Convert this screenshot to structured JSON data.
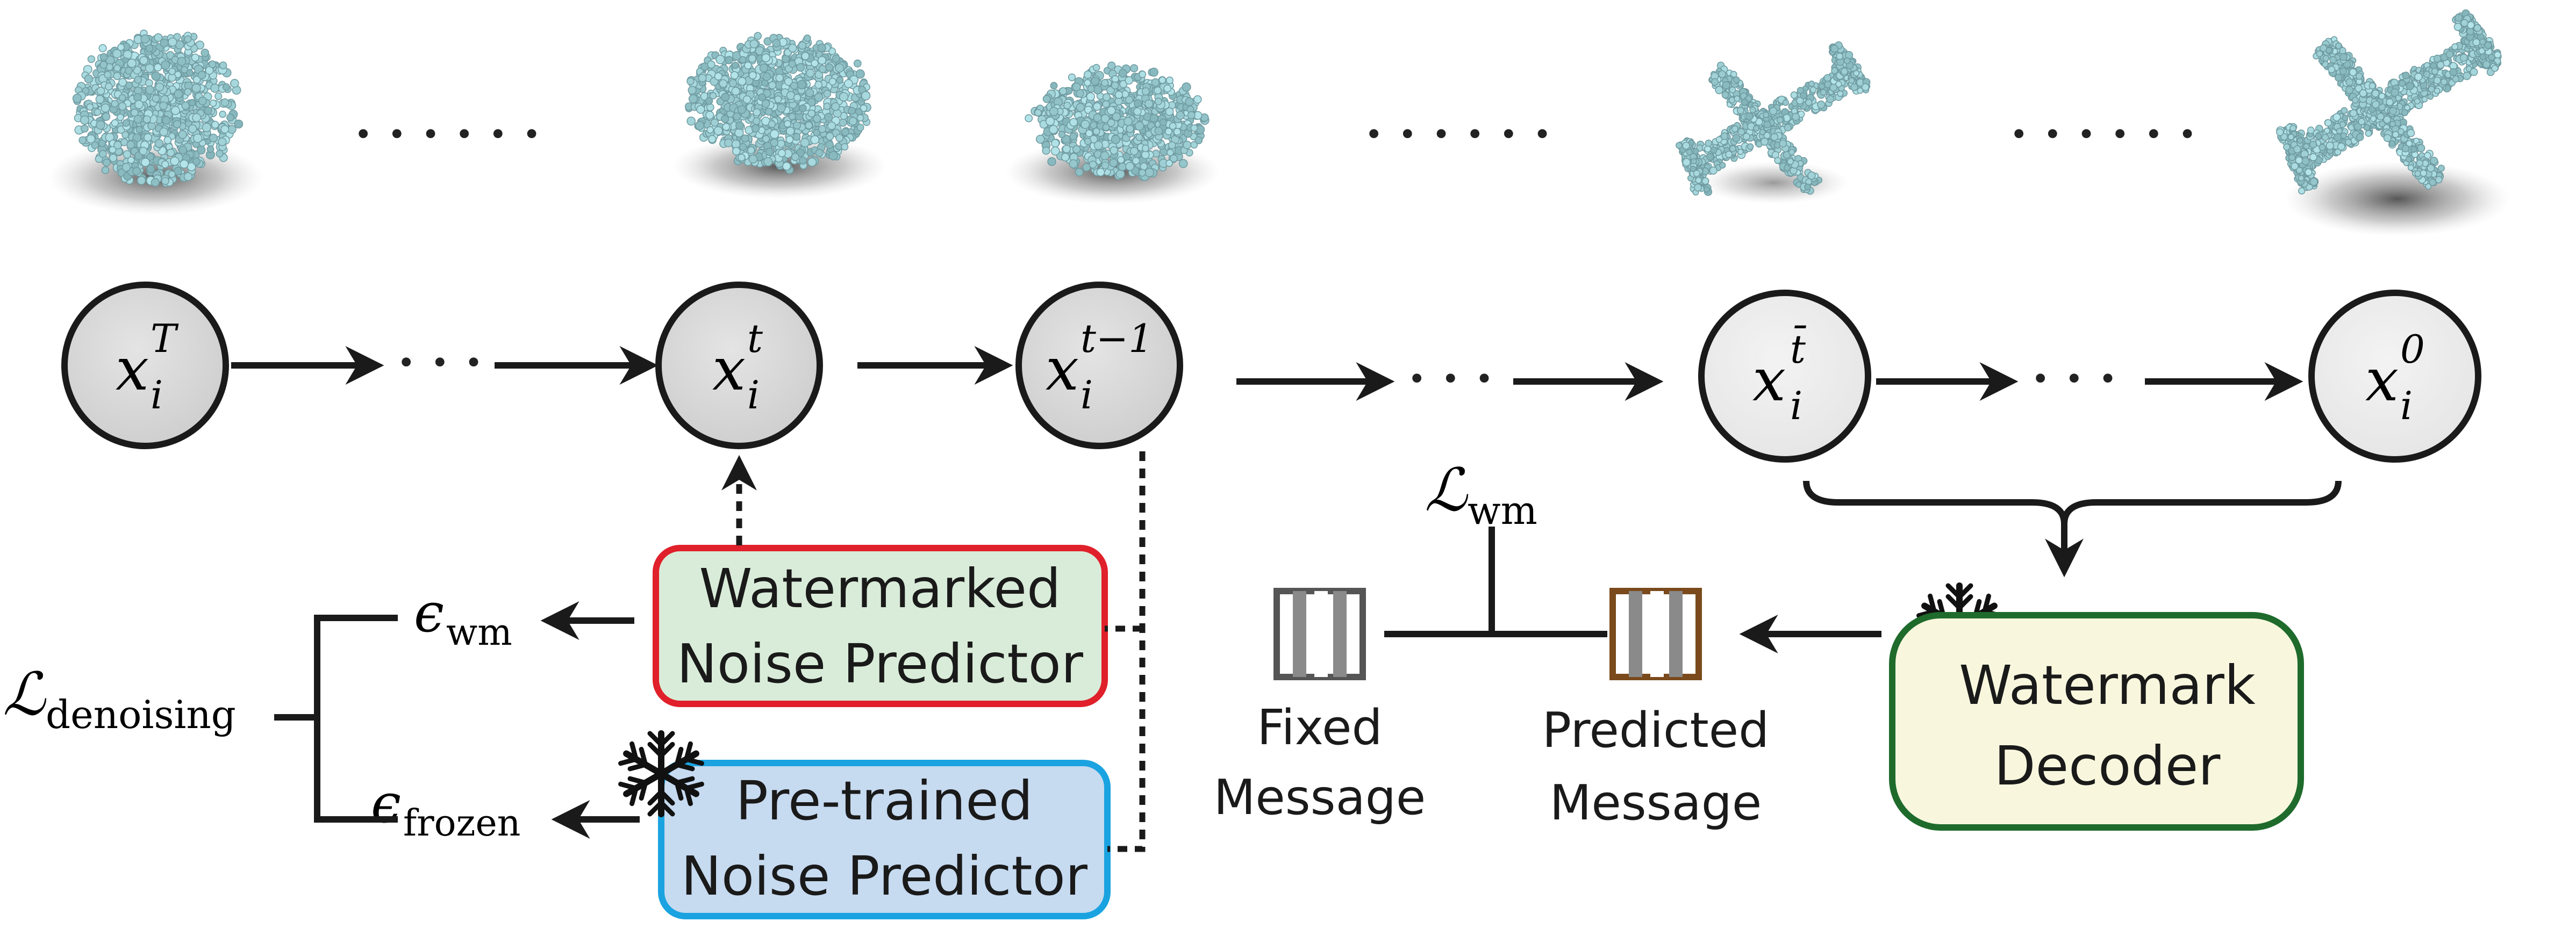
{
  "nodes": [
    {
      "id": "xT",
      "base": "x",
      "sup": "T",
      "sub": "i"
    },
    {
      "id": "xt",
      "base": "x",
      "sup": "t",
      "sub": "i"
    },
    {
      "id": "xt1",
      "base": "x",
      "sup": "t−1",
      "sub": "i"
    },
    {
      "id": "xtbar",
      "base": "x",
      "sup": "t̄",
      "sub": "i"
    },
    {
      "id": "x0",
      "base": "x",
      "sup": "0",
      "sub": "i"
    }
  ],
  "ellipsis_small": "· · ·",
  "ellipsis_large": "· · · · · ·",
  "boxes": {
    "watermarked": {
      "line1": "Watermarked",
      "line2": "Noise Predictor",
      "border": "#e0202a",
      "fill": "#d9ecd9"
    },
    "pretrained": {
      "line1": "Pre-trained",
      "line2": "Noise Predictor",
      "border": "#1aa3e0",
      "fill": "#c6daf0"
    },
    "decoder": {
      "line1": "Watermark",
      "line2": "Decoder",
      "border": "#1f6b2c",
      "fill": "#f8f7de"
    }
  },
  "losses": {
    "denoising": {
      "symbol": "ℒ",
      "sub": "denoising"
    },
    "wm": {
      "symbol": "ℒ",
      "sub": "wm"
    }
  },
  "epsilons": {
    "wm": {
      "symbol": "ϵ",
      "sub": "wm"
    },
    "frozen": {
      "symbol": "ϵ",
      "sub": "frozen"
    }
  },
  "messages": {
    "fixed": {
      "line1": "Fixed",
      "line2": "Message",
      "color": "#555555"
    },
    "predicted": {
      "line1": "Predicted",
      "line2": "Message",
      "color": "#7a4a1c"
    }
  },
  "icons": [
    "snowflake-icon",
    "point-cloud-icon",
    "airplane-icon"
  ]
}
